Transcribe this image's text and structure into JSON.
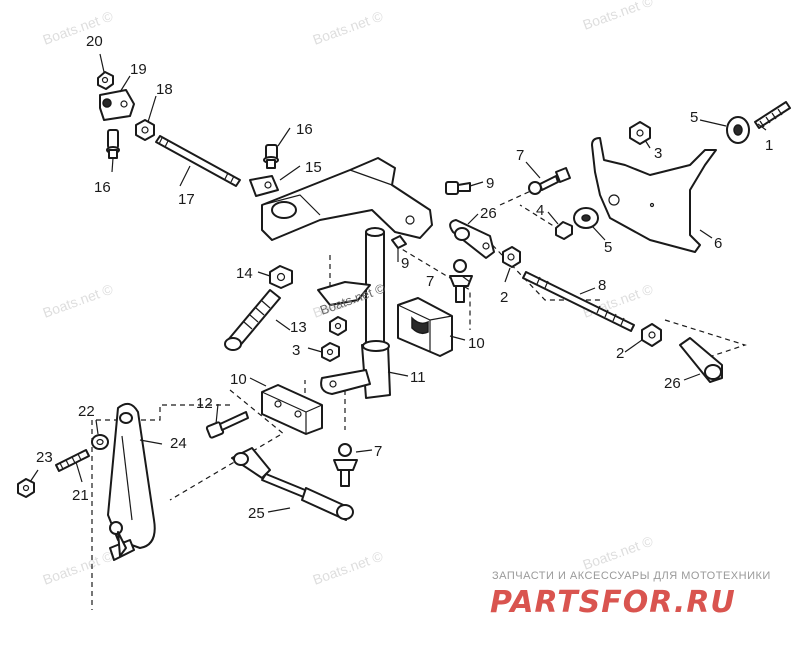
{
  "watermark": "Boats.net ©",
  "callouts": {
    "c1": "1",
    "c2a": "2",
    "c2b": "2",
    "c3a": "3",
    "c3b": "3",
    "c4": "4",
    "c5a": "5",
    "c5b": "5",
    "c6": "6",
    "c7a": "7",
    "c7b": "7",
    "c7c": "7",
    "c8": "8",
    "c9a": "9",
    "c9b": "9",
    "c10a": "10",
    "c10b": "10",
    "c11": "11",
    "c12": "12",
    "c13": "13",
    "c14": "14",
    "c15": "15",
    "c16a": "16",
    "c16b": "16",
    "c17": "17",
    "c18": "18",
    "c19": "19",
    "c20": "20",
    "c21": "21",
    "c22": "22",
    "c23": "23",
    "c24": "24",
    "c25": "25",
    "c26a": "26",
    "c26b": "26"
  },
  "footer": {
    "tagline": "ЗАПЧАСТИ И АКСЕССУАРЫ ДЛЯ МОТОТЕХНИКИ",
    "brand_part1": "PARTS",
    "brand_part2": "FOR.RU",
    "brand_color": "#d9544f"
  }
}
